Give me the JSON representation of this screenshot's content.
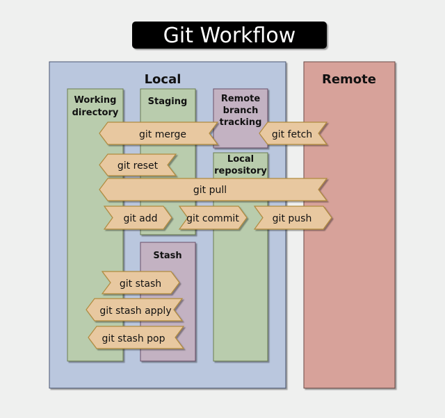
{
  "title": "Git Workflow",
  "colors": {
    "background": "#eff0ef",
    "title_bg": "#000000",
    "local": "#bac7de",
    "remote": "#d7a29a",
    "green_box": "#b9ccad",
    "purple_box": "#c3b2c2",
    "arrow_fill": "#e8c8a0",
    "arrow_stroke": "#b08a3e"
  },
  "regions": {
    "local": {
      "label": "Local"
    },
    "remote": {
      "label": "Remote"
    }
  },
  "boxes": {
    "working_directory": {
      "lines": [
        "Working",
        "directory"
      ]
    },
    "staging": {
      "lines": [
        "Staging"
      ]
    },
    "remote_branch_tracking": {
      "lines": [
        "Remote",
        "branch",
        "tracking"
      ]
    },
    "local_repository": {
      "lines": [
        "Local",
        "repository"
      ]
    },
    "stash": {
      "lines": [
        "Stash"
      ]
    }
  },
  "commands": {
    "git_merge": {
      "label": "git merge",
      "direction": "left"
    },
    "git_fetch": {
      "label": "git fetch",
      "direction": "left"
    },
    "git_reset": {
      "label": "git reset",
      "direction": "left"
    },
    "git_pull": {
      "label": "git pull",
      "direction": "left"
    },
    "git_add": {
      "label": "git add",
      "direction": "right"
    },
    "git_commit": {
      "label": "git commit",
      "direction": "right"
    },
    "git_push": {
      "label": "git push",
      "direction": "right"
    },
    "git_stash": {
      "label": "git stash",
      "direction": "right"
    },
    "git_stash_apply": {
      "label": "git stash apply",
      "direction": "left"
    },
    "git_stash_pop": {
      "label": "git stash pop",
      "direction": "left"
    }
  }
}
